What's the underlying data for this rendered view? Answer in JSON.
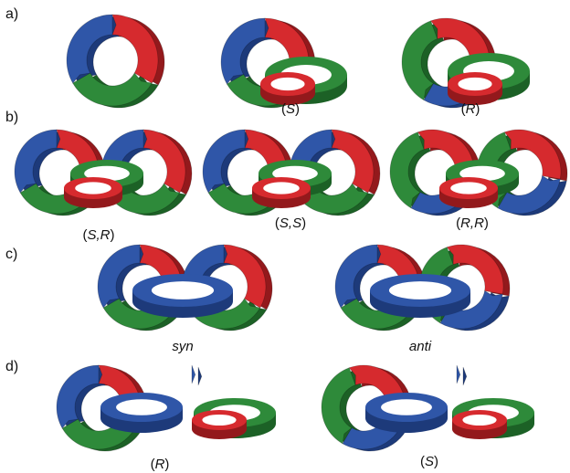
{
  "colors": {
    "red": "#d62a2e",
    "blue": "#2f56a8",
    "green": "#2e8a3a",
    "red_dark": "#93191c",
    "blue_dark": "#1d3a7a",
    "green_dark": "#1c6126"
  },
  "panels": [
    {
      "letter": "a)",
      "items": [
        {
          "caption": ""
        },
        {
          "caption_open": "(",
          "caption_it": "S",
          "caption_close": ")"
        },
        {
          "caption_open": "(",
          "caption_it": "R",
          "caption_close": ")"
        }
      ]
    },
    {
      "letter": "b)",
      "items": [
        {
          "caption_open": "(",
          "caption_it": "S,R",
          "caption_close": ")"
        },
        {
          "caption_open": "(",
          "caption_it": "S,S",
          "caption_close": ")"
        },
        {
          "caption_open": "(",
          "caption_it": "R,R",
          "caption_close": ")"
        }
      ]
    },
    {
      "letter": "c)",
      "items": [
        {
          "caption_open": "",
          "caption_it": "syn",
          "caption_close": ""
        },
        {
          "caption_open": "",
          "caption_it": "anti",
          "caption_close": ""
        }
      ]
    },
    {
      "letter": "d)",
      "items": [
        {
          "caption_open": "(",
          "caption_it": "R",
          "caption_close": ")"
        },
        {
          "caption_open": "(",
          "caption_it": "S",
          "caption_close": ")"
        }
      ]
    }
  ]
}
